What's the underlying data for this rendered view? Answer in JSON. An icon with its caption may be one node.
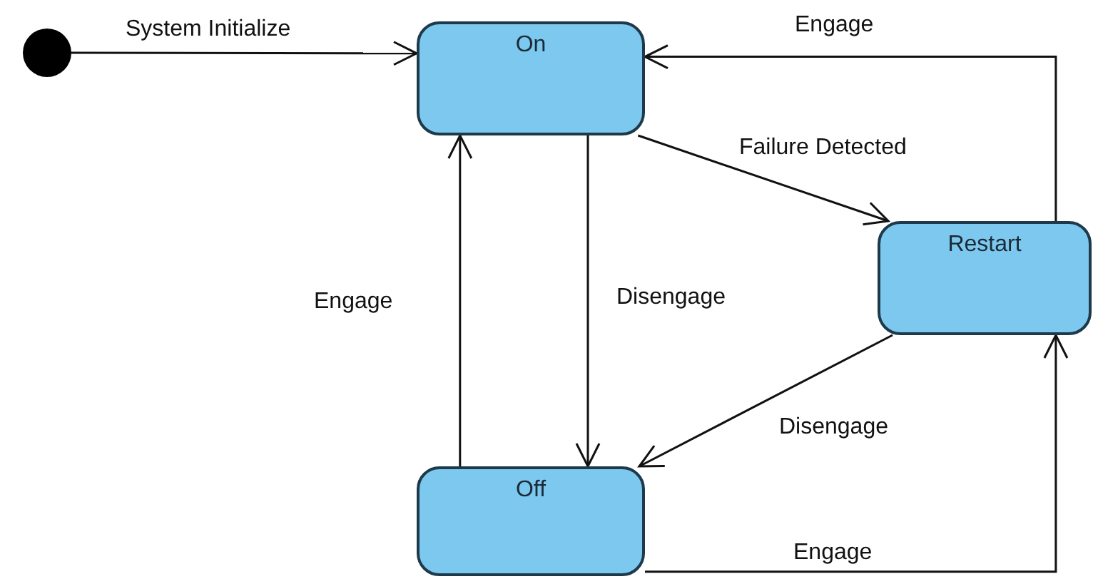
{
  "diagram": {
    "nodes": [
      {
        "text": [],
        "shape": "circle"
      },
      {
        "text": [
          "On"
        ]
      },
      {
        "text": [
          "Restart"
        ]
      },
      {
        "text": [
          "Off"
        ]
      }
    ],
    "edges": [
      {
        "from": 0,
        "to": 1,
        "arrow": "to",
        "label": "System Initialize"
      },
      {
        "from": 1,
        "to": 2,
        "arrow": "to",
        "label": "Failure Detected"
      },
      {
        "from": 1,
        "to": 3,
        "arrow": "to",
        "label": "Disengage"
      },
      {
        "from": 3,
        "to": 1,
        "arrow": "to",
        "label": "Engage"
      },
      {
        "from": 2,
        "to": 3,
        "arrow": "to",
        "label": "Disengage"
      },
      {
        "from": 2,
        "to": 1,
        "arrow": "to",
        "label": "Engage"
      },
      {
        "from": 3,
        "to": 2,
        "arrow": "to",
        "label": "Engage"
      }
    ]
  }
}
